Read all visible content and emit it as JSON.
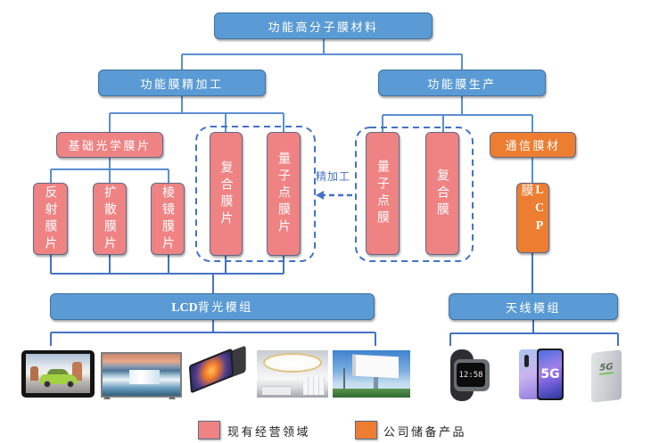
{
  "diagram": {
    "root": "功能高分子膜材料",
    "processing": "功能膜精加工",
    "production": "功能膜生产",
    "basic_optical": "基础光学膜片",
    "basic_children": [
      "反射膜片",
      "扩散膜片",
      "棱镜膜片"
    ],
    "processing_composite": "复合膜片",
    "processing_quantum_dot": "量子点膜片",
    "production_quantum_dot": "量子点膜",
    "production_composite": "复合膜",
    "communication": "通信膜材",
    "lcp": {
      "latin": "LCP",
      "cjk": "膜"
    },
    "annotation": {
      "label": "精加工",
      "arrow_direction": "left"
    },
    "lcd_module": {
      "latin": "LCD",
      "cjk": "背光模组"
    },
    "antenna_module": "天线模组"
  },
  "applications": {
    "lcd": [
      {
        "name": "vehicle-display"
      },
      {
        "name": "television"
      },
      {
        "name": "tablet"
      },
      {
        "name": "ceiling-light"
      },
      {
        "name": "billboard"
      }
    ],
    "antenna": [
      {
        "name": "smartwatch",
        "screen_text": "12:58"
      },
      {
        "name": "5g-phone",
        "screen_text": "5G"
      },
      {
        "name": "5g-base-station",
        "label": "5G"
      }
    ]
  },
  "legend": [
    {
      "label": "现有经营领域",
      "color": "#ef8383"
    },
    {
      "label": "公司储备产品",
      "color": "#ed7d31"
    }
  ],
  "colors": {
    "module_blue": "#5b9bd5",
    "existing_business_pink": "#ef8383",
    "reserve_product_orange": "#ed7d31",
    "connector_blue": "#4472c4"
  }
}
